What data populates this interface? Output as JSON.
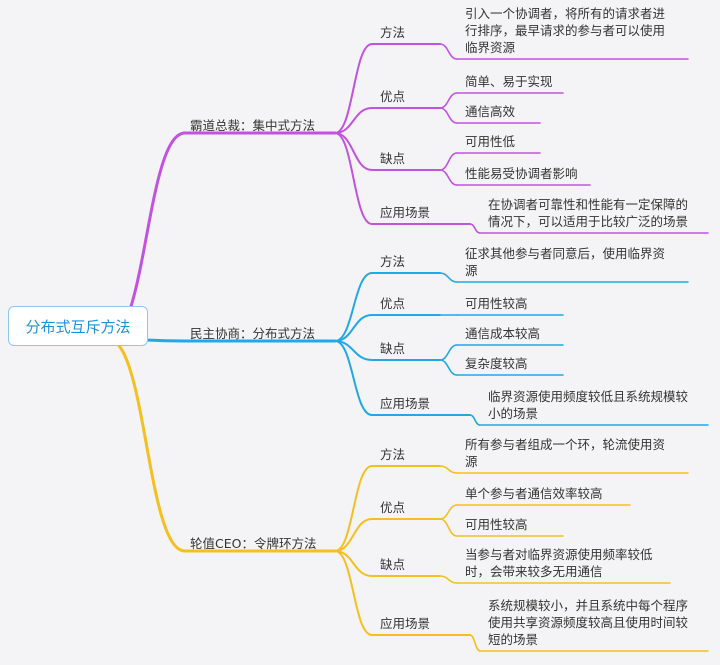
{
  "colors": {
    "branch1": "#c153e0",
    "branch2": "#22a8e6",
    "branch3": "#f5bf1f",
    "root_text": "#1b93d8"
  },
  "root": "分布式互斥方法",
  "branches": [
    {
      "title": "霸道总裁：集中式方法",
      "nodes": [
        {
          "label": "方法",
          "items": [
            [
              "引入一个协调者，将所有的请求者进",
              "行排序，最早请求的参与者可以使用",
              "临界资源"
            ]
          ]
        },
        {
          "label": "优点",
          "items": [
            [
              "简单、易于实现"
            ],
            [
              "通信高效"
            ]
          ]
        },
        {
          "label": "缺点",
          "items": [
            [
              "可用性低"
            ],
            [
              "性能易受协调者影响"
            ]
          ]
        },
        {
          "label": "应用场景",
          "items": [
            [
              "在协调者可靠性和性能有一定保障的",
              "情况下，可以适用于比较广泛的场景"
            ]
          ]
        }
      ]
    },
    {
      "title": "民主协商：分布式方法",
      "nodes": [
        {
          "label": "方法",
          "items": [
            [
              "征求其他参与者同意后，使用临界资",
              "源"
            ]
          ]
        },
        {
          "label": "优点",
          "items": [
            [
              "可用性较高"
            ]
          ]
        },
        {
          "label": "缺点",
          "items": [
            [
              "通信成本较高"
            ],
            [
              "复杂度较高"
            ]
          ]
        },
        {
          "label": "应用场景",
          "items": [
            [
              "临界资源使用频度较低且系统规模较",
              "小的场景"
            ]
          ]
        }
      ]
    },
    {
      "title": "轮值CEO：令牌环方法",
      "nodes": [
        {
          "label": "方法",
          "items": [
            [
              "所有参与者组成一个环，轮流使用资",
              "源"
            ]
          ]
        },
        {
          "label": "优点",
          "items": [
            [
              "单个参与者通信效率较高"
            ],
            [
              "可用性较高"
            ]
          ]
        },
        {
          "label": "缺点",
          "items": [
            [
              "当参与者对临界资源使用频率较低",
              "时，会带来较多无用通信"
            ]
          ]
        },
        {
          "label": "应用场景",
          "items": [
            [
              "系统规模较小，并且系统中每个程序",
              "使用共享资源频度较高且使用时间较",
              "短的场景"
            ]
          ]
        }
      ]
    }
  ]
}
